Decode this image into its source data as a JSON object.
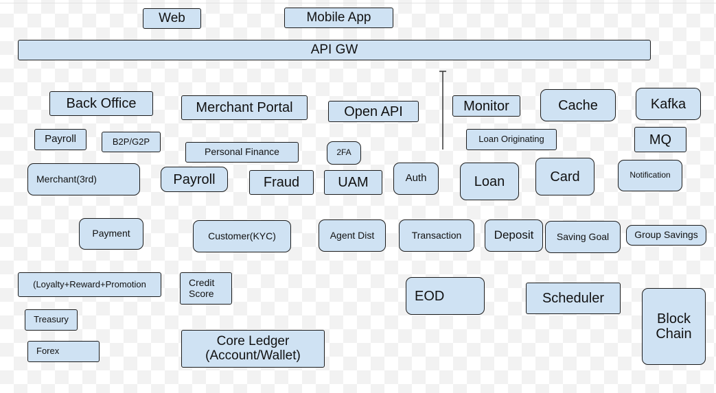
{
  "diagram": {
    "labels": {
      "web": "Web",
      "mobile_app": "Mobile App",
      "api_gw": "API GW",
      "back_office": "Back Office",
      "merchant_portal": "Merchant Portal",
      "open_api": "Open API",
      "monitor": "Monitor",
      "cache": "Cache",
      "kafka": "Kafka",
      "payroll_small": "Payroll",
      "b2p_g2p": "B2P/G2P",
      "personal_finance": "Personal Finance",
      "two_fa": "2FA",
      "loan_originating": "Loan Originating",
      "mq": "MQ",
      "merchant_3rd": "Merchant(3rd)",
      "payroll": "Payroll",
      "fraud": "Fraud",
      "uam": "UAM",
      "auth": "Auth",
      "loan": "Loan",
      "card": "Card",
      "notification": "Notification",
      "payment": "Payment",
      "customer_kyc": "Customer(KYC)",
      "agent_dist": "Agent Dist",
      "transaction": "Transaction",
      "deposit": "Deposit",
      "saving_goal": "Saving Goal",
      "group_savings": "Group Savings",
      "loyalty": "(Loyalty+Reward+Promotion",
      "credit_score": "Credit\nScore",
      "eod": "EOD",
      "scheduler": "Scheduler",
      "block_chain": "Block\nChain",
      "treasury": "Treasury",
      "forex": "Forex",
      "core_ledger": "Core Ledger\n(Account/Wallet)"
    },
    "colors": {
      "box_fill": "#cfe2f3",
      "box_border": "#1a1a1a",
      "connector": "#333333"
    }
  }
}
